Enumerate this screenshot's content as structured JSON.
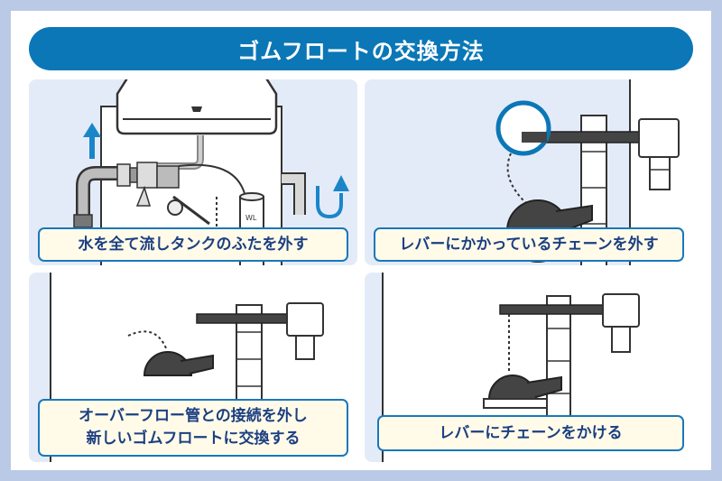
{
  "title": "ゴムフロートの交換方法",
  "steps": [
    {
      "caption": "水を全て流しタンクのふたを外す"
    },
    {
      "caption": "レバーにかかっているチェーンを外す"
    },
    {
      "caption_line1": "オーバーフロー管との接続を外し",
      "caption_line2": "新しいゴムフロートに交換する"
    },
    {
      "caption": "レバーにチェーンをかける"
    }
  ],
  "labels": {
    "water_level_mark": "WL"
  },
  "colors": {
    "title_bg": "#0b77b6",
    "panel_bg": "#e4ebf8",
    "caption_bg": "#fffbe8",
    "caption_border": "#1878bb",
    "caption_text": "#1c3f82",
    "arrow": "#1a86c8",
    "frame": "#b9c9e6"
  }
}
